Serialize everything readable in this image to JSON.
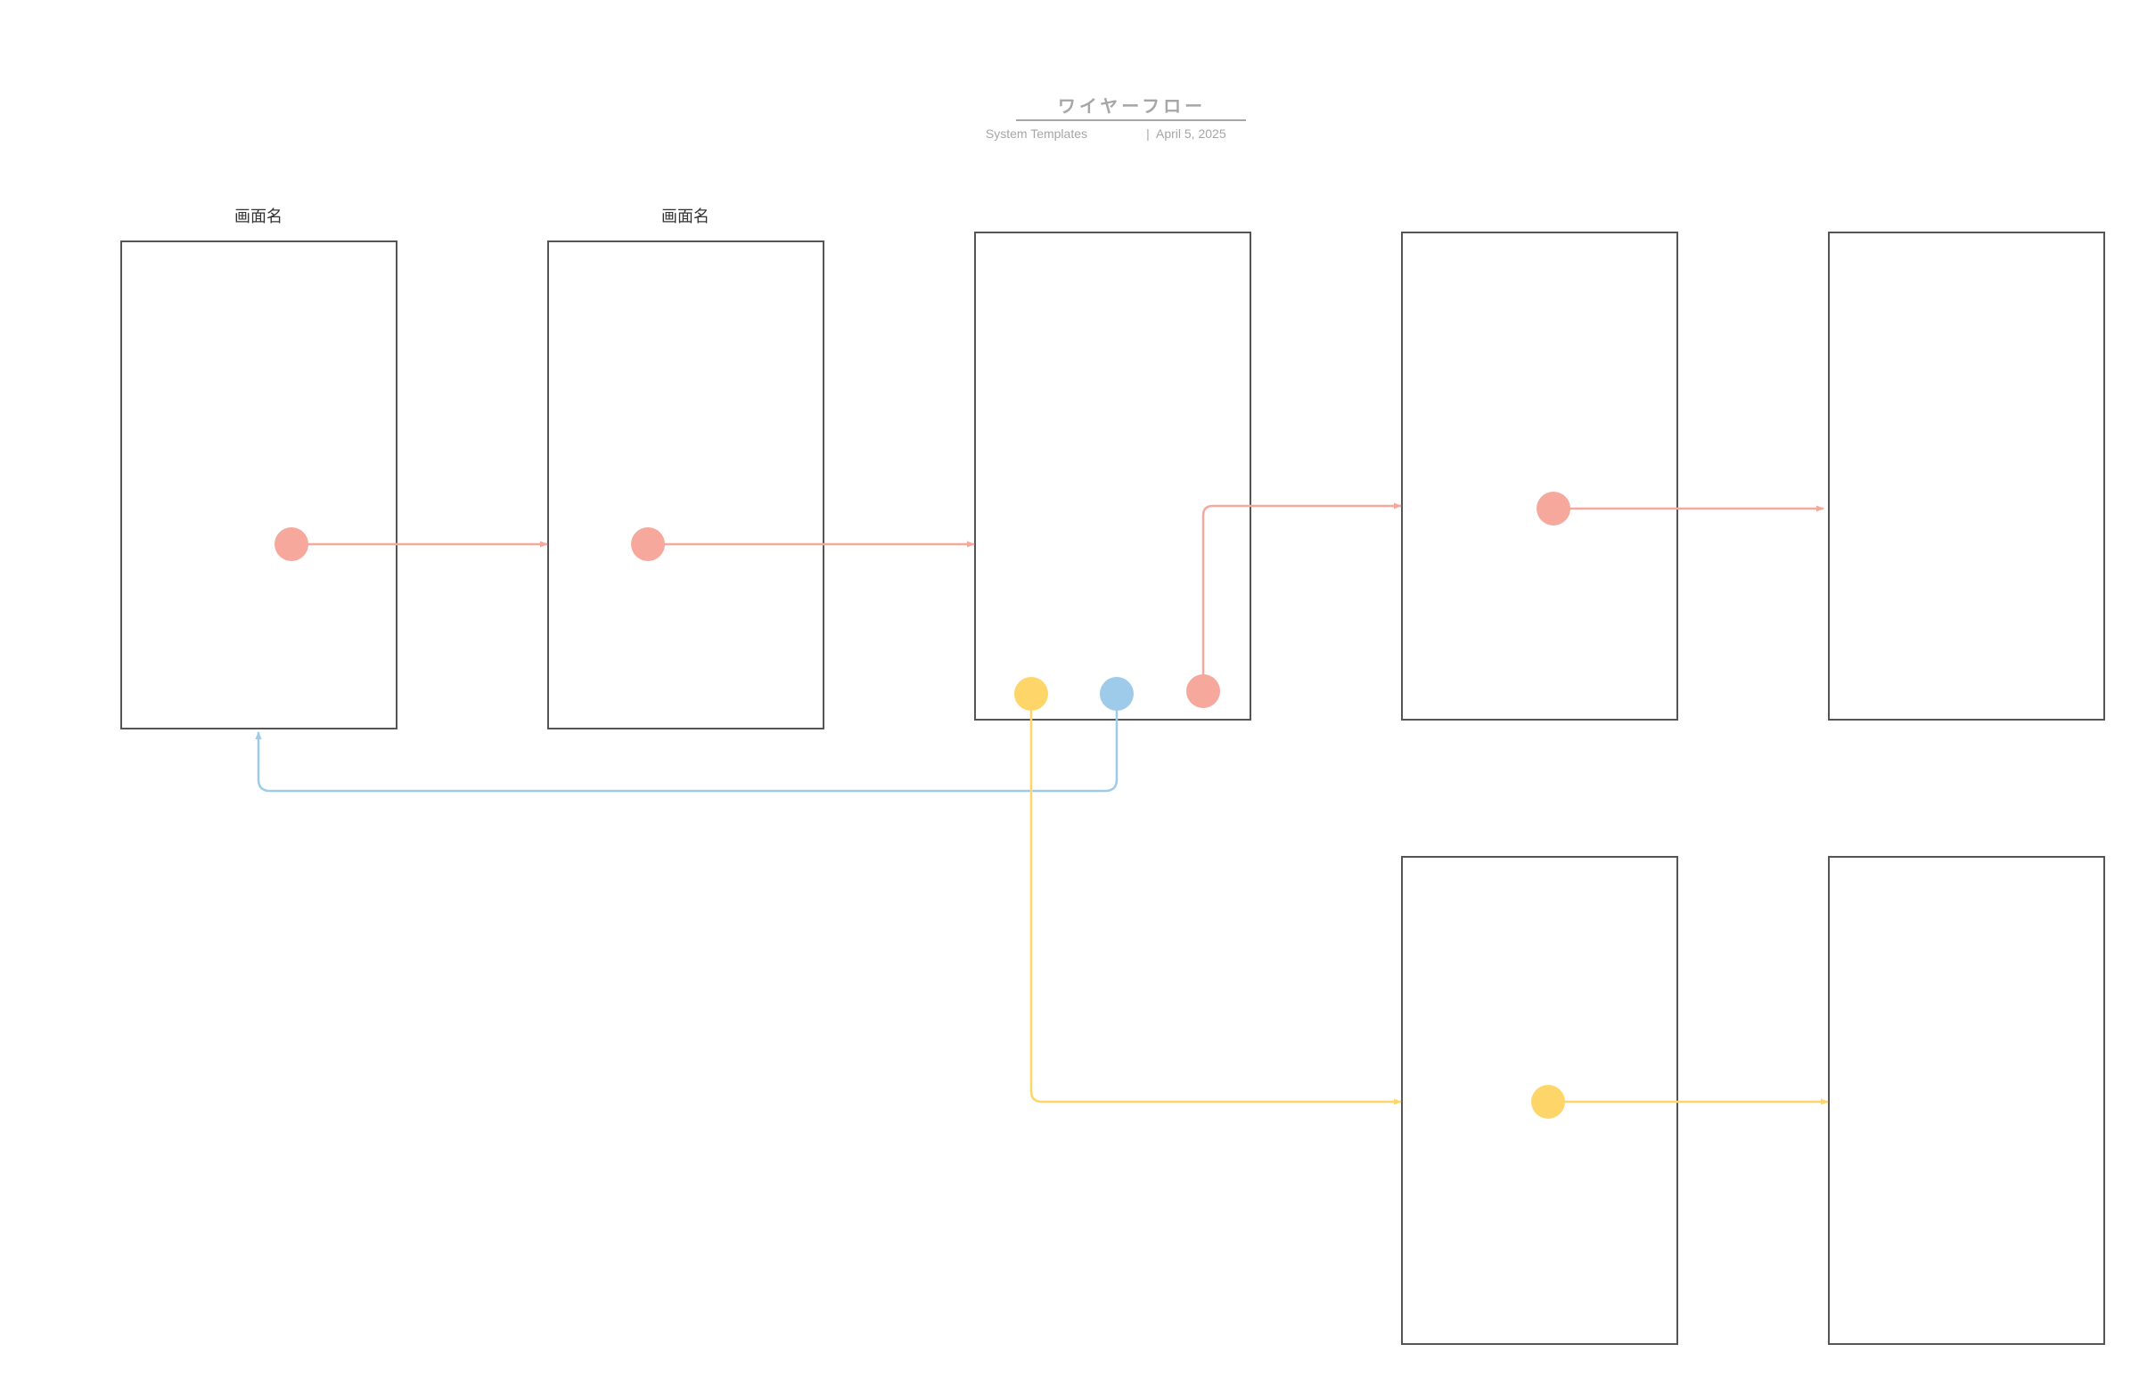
{
  "header": {
    "title": "ワイヤーフロー",
    "meta_source": "System Templates",
    "meta_separator": "|",
    "meta_date": "April 5, 2025"
  },
  "colors": {
    "screen_border": "#555555",
    "red": "#f6a89c",
    "blue": "#9ecbea",
    "yellow": "#fdd568",
    "muted_text": "#a6a6a6"
  },
  "screens": [
    {
      "id": "screen-1",
      "label": "画面名"
    },
    {
      "id": "screen-2",
      "label": "画面名"
    },
    {
      "id": "screen-3",
      "label": ""
    },
    {
      "id": "screen-4",
      "label": ""
    },
    {
      "id": "screen-5",
      "label": ""
    },
    {
      "id": "screen-6",
      "label": ""
    },
    {
      "id": "screen-7",
      "label": ""
    }
  ],
  "flows": [
    {
      "from": "screen-1",
      "to": "screen-2",
      "color": "red"
    },
    {
      "from": "screen-2",
      "to": "screen-3",
      "color": "red"
    },
    {
      "from": "screen-3",
      "to": "screen-4",
      "color": "red"
    },
    {
      "from": "screen-4",
      "to": "screen-5",
      "color": "red"
    },
    {
      "from": "screen-3",
      "to": "screen-1",
      "color": "blue"
    },
    {
      "from": "screen-3",
      "to": "screen-6",
      "color": "yellow"
    },
    {
      "from": "screen-6",
      "to": "screen-7",
      "color": "yellow"
    }
  ]
}
